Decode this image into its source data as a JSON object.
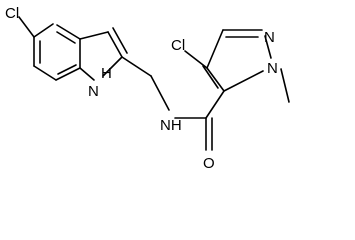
{
  "molecule": {
    "atoms": {
      "chlorine_indole": "Cl",
      "chlorine_pyrazole": "Cl",
      "pyrazole_n_ring": "N",
      "pyrazole_n_methyl": "N",
      "indole_nh": "H",
      "indole_n": "N",
      "amide_nh": "NH",
      "carbonyl_o": "O"
    }
  },
  "colors": {
    "bond": "#000000",
    "label": "#000000",
    "background": "#ffffff"
  }
}
